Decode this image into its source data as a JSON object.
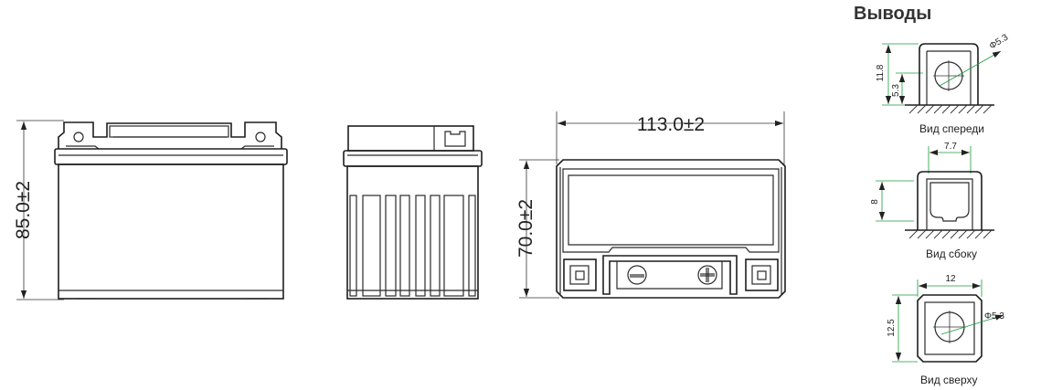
{
  "heading": "Выводы",
  "dimensions": {
    "front_height": "85.0±2",
    "top_width": "113.0±2",
    "top_depth": "70.0±2"
  },
  "terminal": {
    "front": {
      "height": "11.8",
      "lower": "5.3",
      "diameter": "Φ5.3",
      "caption": "Вид спереди"
    },
    "side": {
      "width": "7.7",
      "height": "8",
      "caption": "Вид сбоку"
    },
    "top": {
      "width": "12",
      "depth": "12.5",
      "diameter": "Φ5.3",
      "caption": "Вид сверху"
    }
  }
}
